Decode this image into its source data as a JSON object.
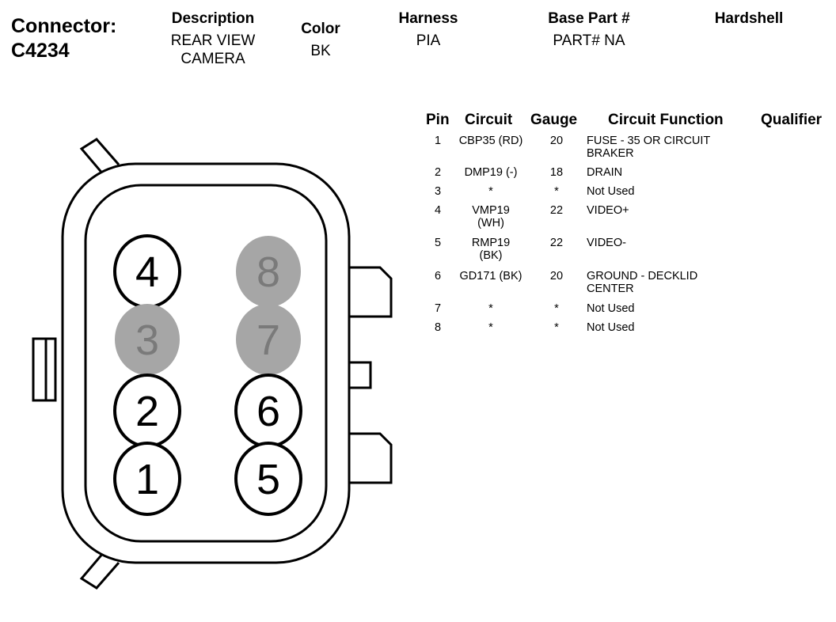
{
  "connector": {
    "label": "Connector:",
    "id": "C4234"
  },
  "header": {
    "description": {
      "label": "Description",
      "value_line1": "REAR VIEW",
      "value_line2": "CAMERA"
    },
    "color": {
      "label": "Color",
      "value": "BK"
    },
    "harness": {
      "label": "Harness",
      "value": "PIA"
    },
    "base_part": {
      "label": "Base Part #",
      "value": "PART# NA"
    },
    "hardshell": {
      "label": "Hardshell",
      "value": ""
    }
  },
  "table": {
    "headers": {
      "pin": "Pin",
      "circuit": "Circuit",
      "gauge": "Gauge",
      "function": "Circuit Function",
      "qualifier": "Qualifier"
    },
    "rows": [
      {
        "pin": "1",
        "circuit1": "CBP35 (RD)",
        "circuit2": "",
        "gauge": "20",
        "func1": "FUSE - 35 OR CIRCUIT",
        "func2": "BRAKER"
      },
      {
        "pin": "2",
        "circuit1": "DMP19 (-)",
        "circuit2": "",
        "gauge": "18",
        "func1": "DRAIN",
        "func2": ""
      },
      {
        "pin": "3",
        "circuit1": "*",
        "circuit2": "",
        "gauge": "*",
        "func1": "Not Used",
        "func2": ""
      },
      {
        "pin": "4",
        "circuit1": "VMP19",
        "circuit2": "(WH)",
        "gauge": "22",
        "func1": "VIDEO+",
        "func2": ""
      },
      {
        "pin": "5",
        "circuit1": "RMP19",
        "circuit2": "(BK)",
        "gauge": "22",
        "func1": "VIDEO-",
        "func2": ""
      },
      {
        "pin": "6",
        "circuit1": "GD171 (BK)",
        "circuit2": "",
        "gauge": "20",
        "func1": "GROUND - DECKLID",
        "func2": "CENTER"
      },
      {
        "pin": "7",
        "circuit1": "*",
        "circuit2": "",
        "gauge": "*",
        "func1": "Not Used",
        "func2": ""
      },
      {
        "pin": "8",
        "circuit1": "*",
        "circuit2": "",
        "gauge": "*",
        "func1": "Not Used",
        "func2": ""
      }
    ]
  },
  "diagram": {
    "pins": [
      {
        "number": "4",
        "used": true
      },
      {
        "number": "8",
        "used": false
      },
      {
        "number": "3",
        "used": false
      },
      {
        "number": "7",
        "used": false
      },
      {
        "number": "2",
        "used": true
      },
      {
        "number": "6",
        "used": true
      },
      {
        "number": "1",
        "used": true
      },
      {
        "number": "5",
        "used": true
      }
    ],
    "colors": {
      "used_fill": "#ffffff",
      "unused_fill": "#a6a6a6",
      "unused_text": "#7a7a7a",
      "stroke": "#000000"
    }
  }
}
